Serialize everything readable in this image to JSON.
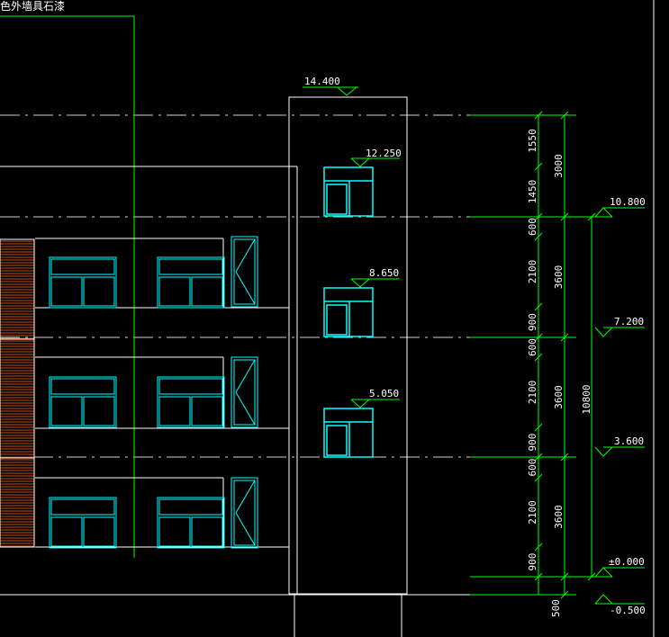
{
  "title_note": "色外墙具石漆",
  "elevation_marks": {
    "top": "14.400",
    "window_upper": "12.250",
    "window_mid": "8.650",
    "window_lower": "5.050",
    "right_10800": "10.800",
    "right_7200": "7.200",
    "right_3600": "3.600",
    "right_ground": "±0.000",
    "right_minus": "-0.500"
  },
  "dimensions": {
    "col1": [
      "1550",
      "1450",
      "600",
      "2100",
      "900",
      "600",
      "2100",
      "900",
      "600",
      "2100",
      "900"
    ],
    "col2": [
      "3000",
      "3600",
      "3600",
      "3600"
    ],
    "total": "10800",
    "base": "500"
  },
  "colors": {
    "background": "#000000",
    "line": "#ffffff",
    "dimension": "#00ff00",
    "window": "#00ffff",
    "hatch": "#c8501e"
  }
}
